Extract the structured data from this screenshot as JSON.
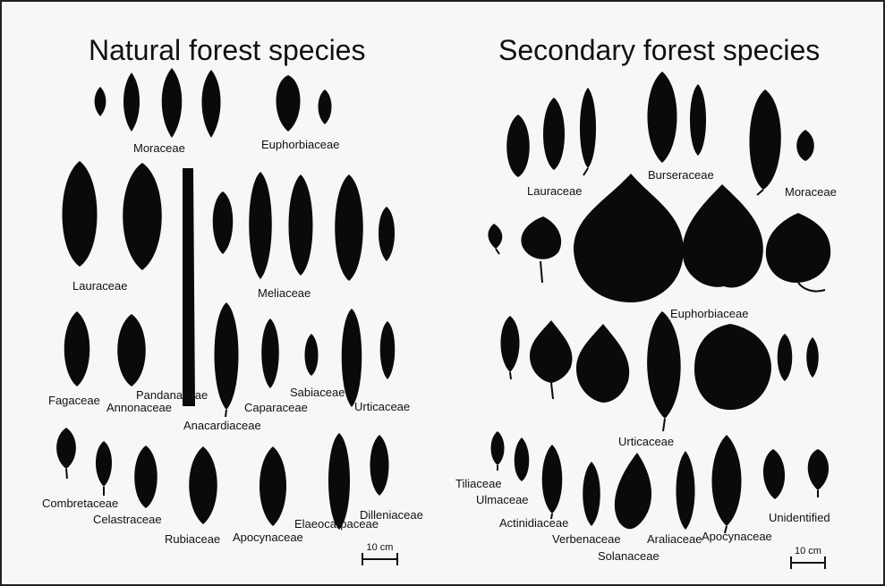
{
  "natural": {
    "title": "Natural forest species",
    "families": {
      "moraceae": "Moraceae",
      "euphorbiaceae": "Euphorbiaceae",
      "lauraceae": "Lauraceae",
      "meliaceae": "Meliaceae",
      "fagaceae": "Fagaceae",
      "annonaceae": "Annonaceae",
      "pandanaceae": "Pandanaceae",
      "anacardiaceae": "Anacardiaceae",
      "caparaceae": "Caparaceae",
      "sabiaceae": "Sabiaceae",
      "urticaceae": "Urticaceae",
      "combretaceae": "Combretaceae",
      "celastraceae": "Celastraceae",
      "rubiaceae": "Rubiaceae",
      "apocynaceae": "Apocynaceae",
      "elaeocarpaceae": "Elaeocarpaceae",
      "dilleniaceae": "Dilleniaceae"
    },
    "scale": "10 cm"
  },
  "secondary": {
    "title": "Secondary forest species",
    "families": {
      "lauraceae": "Lauraceae",
      "burseraceae": "Burseraceae",
      "moraceae": "Moraceae",
      "euphorbiaceae": "Euphorbiaceae",
      "urticaceae": "Urticaceae",
      "tiliaceae": "Tiliaceae",
      "ulmaceae": "Ulmaceae",
      "actinidiaceae": "Actinidiaceae",
      "verbenaceae": "Verbenaceae",
      "solanaceae": "Solanaceae",
      "araliaceae": "Araliaceae",
      "apocynaceae": "Apocynaceae",
      "unidentified": "Unidentified"
    },
    "scale": "10 cm"
  },
  "colors": {
    "leaf": "#0a0a0a",
    "background": "#f7f7f7",
    "border": "#222222"
  }
}
